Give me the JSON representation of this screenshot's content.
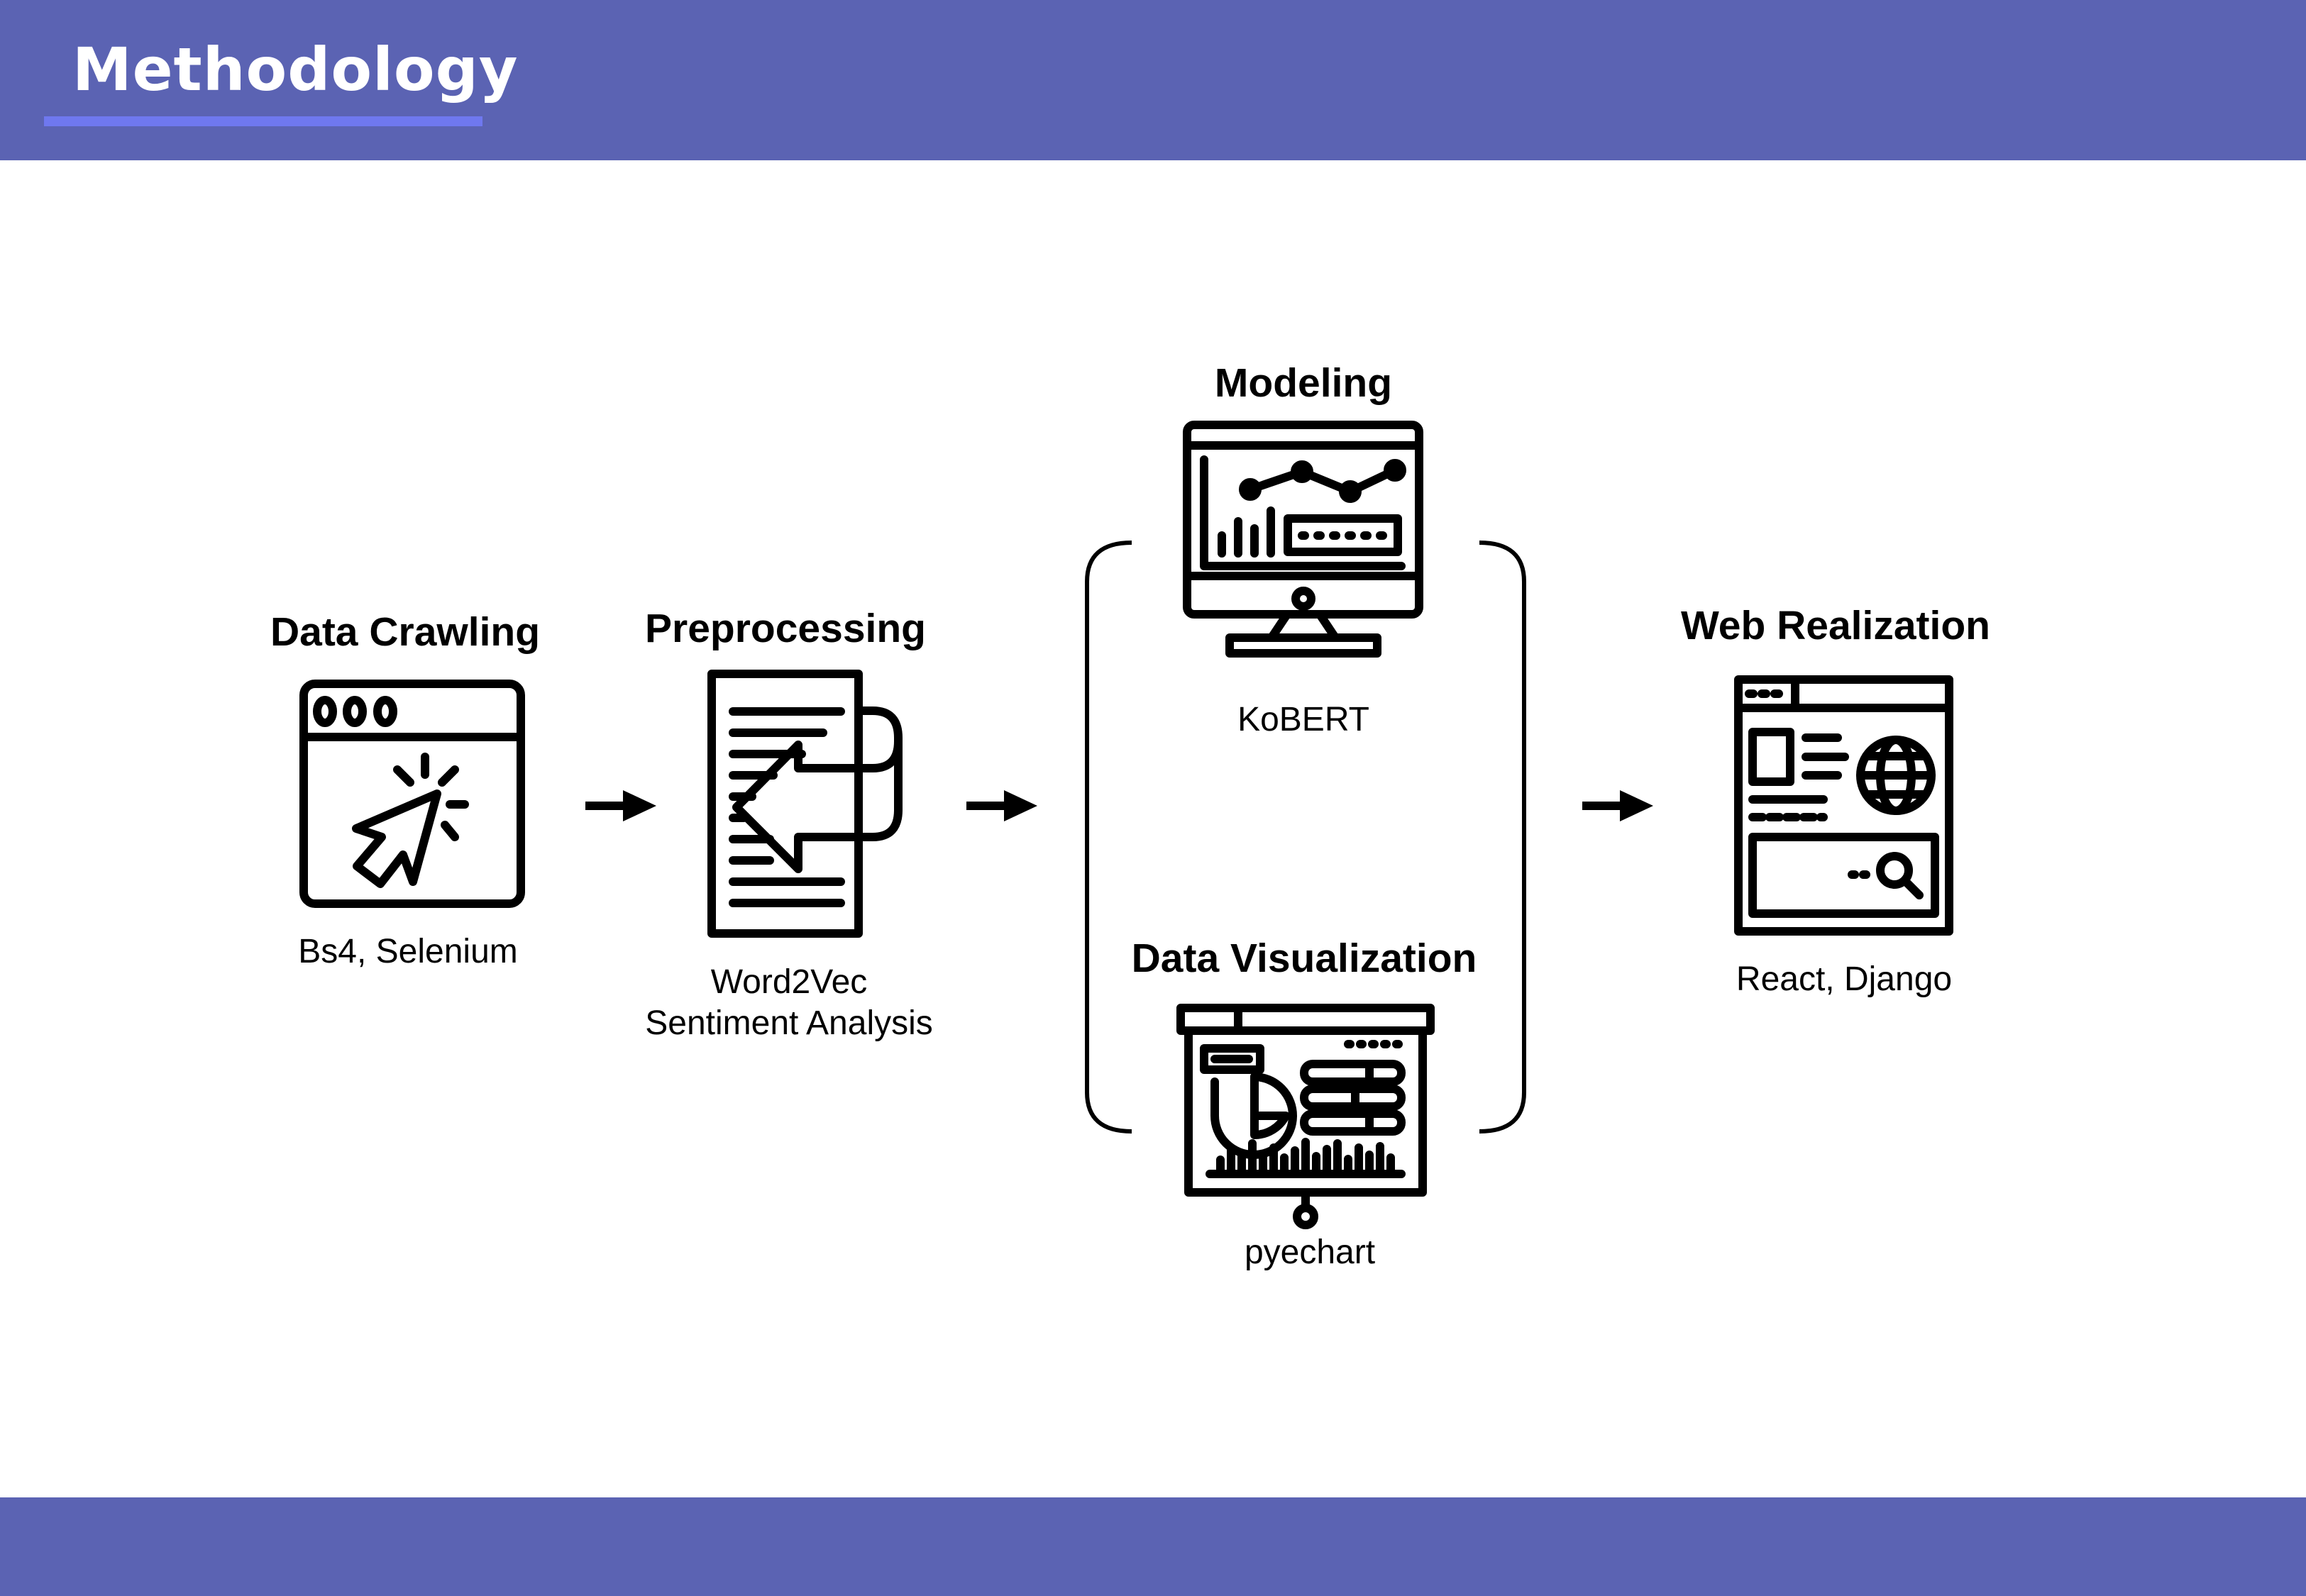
{
  "header": {
    "title": "Methodology"
  },
  "stages": {
    "crawling": {
      "title": "Data Crawling",
      "tools": "Bs4, Selenium",
      "icon": "browser-cursor-icon"
    },
    "preprocessing": {
      "title": "Preprocessing",
      "tools_line1": "Word2Vec",
      "tools_line2": "Sentiment Analysis",
      "icon": "document-arrow-icon"
    },
    "modeling": {
      "title": "Modeling",
      "tools": "KoBERT",
      "icon": "monitor-chart-icon"
    },
    "visualization": {
      "title": "Data Visualization",
      "tools": "pyechart",
      "icon": "presentation-board-icon"
    },
    "web": {
      "title": "Web Realization",
      "tools": "React, Django",
      "icon": "web-page-globe-icon"
    }
  },
  "colors": {
    "header_bar": "#5b63b3",
    "title_underline": "#6f78ef",
    "ink": "#000000",
    "background": "#ffffff"
  }
}
